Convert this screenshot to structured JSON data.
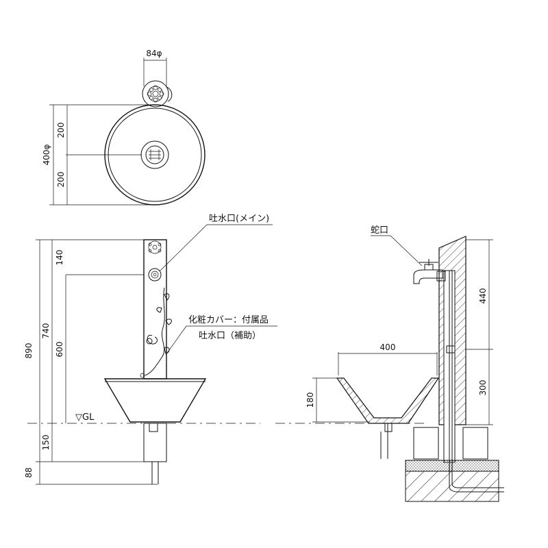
{
  "top_view": {
    "dim_width": "84φ",
    "dim_diameter": "400φ",
    "dim_upper": "200",
    "dim_lower": "200"
  },
  "front_view": {
    "dim_total": "890",
    "dim_post": "740",
    "dim_top": "140",
    "dim_mid": "600",
    "dim_below_gl": "150",
    "dim_base": "88",
    "label_outlet_main": "吐水口(メイン)",
    "label_cover": "化粧カバー：付属品",
    "label_outlet_aux": "吐水口（補助）",
    "label_gl": "▽GL"
  },
  "side_view": {
    "label_faucet": "蛇口",
    "dim_bowl_width": "400",
    "dim_bowl_height": "180",
    "dim_upper": "440",
    "dim_lower": "300"
  }
}
